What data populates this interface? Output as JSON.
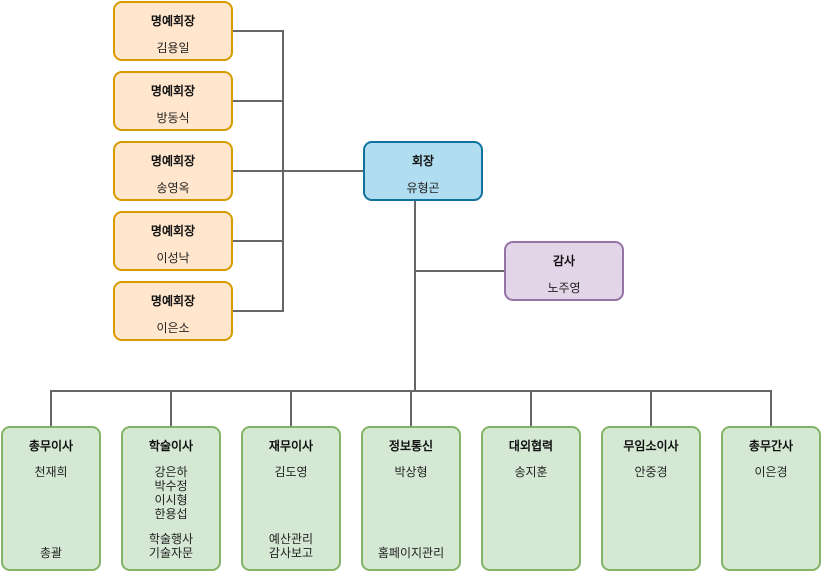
{
  "colors": {
    "honorary_fill": "#ffe6cc",
    "honorary_border": "#d79b00",
    "president_fill": "#b1ddf0",
    "president_border": "#10739e",
    "auditor_fill": "#e1d5e7",
    "auditor_border": "#9673a6",
    "director_fill": "#d5e8d4",
    "director_border": "#82b366",
    "connector": "#666666"
  },
  "honorary": [
    {
      "title": "명예회장",
      "name": "김용일"
    },
    {
      "title": "명예회장",
      "name": "방동식"
    },
    {
      "title": "명예회장",
      "name": "송영옥"
    },
    {
      "title": "명예회장",
      "name": "이성낙"
    },
    {
      "title": "명예회장",
      "name": "이은소"
    }
  ],
  "president": {
    "title": "회장",
    "name": "유형곤"
  },
  "auditor": {
    "title": "감사",
    "name": "노주영"
  },
  "directors": [
    {
      "title": "총무이사",
      "names": [
        "천재희"
      ],
      "duties": [
        "총괄"
      ]
    },
    {
      "title": "학술이사",
      "names": [
        "강은하",
        "박수정",
        "이시형",
        "한용섭"
      ],
      "duties": [
        "학술행사",
        "기술자문"
      ]
    },
    {
      "title": "재무이사",
      "names": [
        "김도영"
      ],
      "duties": [
        "예산관리",
        "감사보고"
      ]
    },
    {
      "title": "정보통신",
      "names": [
        "박상형"
      ],
      "duties": [
        "홈페이지관리"
      ]
    },
    {
      "title": "대외협력",
      "names": [
        "송지훈"
      ],
      "duties": []
    },
    {
      "title": "무임소이사",
      "names": [
        "안중경"
      ],
      "duties": []
    },
    {
      "title": "총무간사",
      "names": [
        "이은경"
      ],
      "duties": []
    }
  ]
}
